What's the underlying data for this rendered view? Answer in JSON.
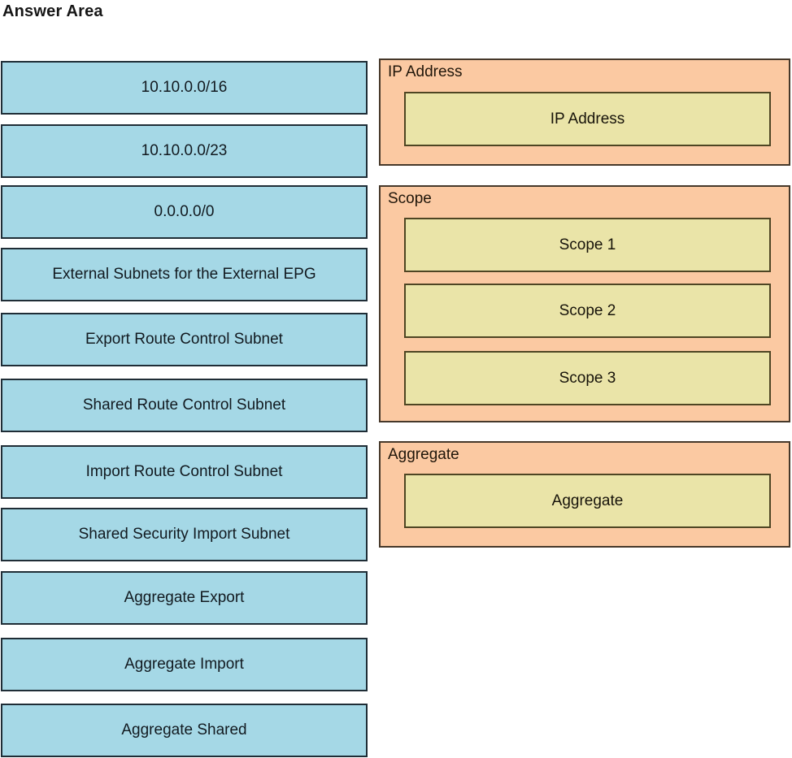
{
  "page": {
    "title": "Answer Area"
  },
  "colors": {
    "option_fill": "#a5d8e6",
    "option_border": "#1f2d36",
    "group_fill": "#fbc9a2",
    "group_border": "#46382a",
    "slot_fill": "#eae4a8",
    "slot_border": "#4e4523",
    "text": "#121a20"
  },
  "options": [
    {
      "label": "10.10.0.0/16"
    },
    {
      "label": "10.10.0.0/23"
    },
    {
      "label": "0.0.0.0/0"
    },
    {
      "label": "External Subnets for the External EPG"
    },
    {
      "label": "Export Route Control Subnet"
    },
    {
      "label": "Shared Route Control Subnet"
    },
    {
      "label": "Import Route Control Subnet"
    },
    {
      "label": "Shared Security Import Subnet"
    },
    {
      "label": "Aggregate Export"
    },
    {
      "label": "Aggregate Import"
    },
    {
      "label": "Aggregate Shared"
    }
  ],
  "targets": [
    {
      "label": "IP Address",
      "slots": [
        "IP Address"
      ]
    },
    {
      "label": "Scope",
      "slots": [
        "Scope 1",
        "Scope 2",
        "Scope 3"
      ]
    },
    {
      "label": "Aggregate",
      "slots": [
        "Aggregate"
      ]
    }
  ]
}
